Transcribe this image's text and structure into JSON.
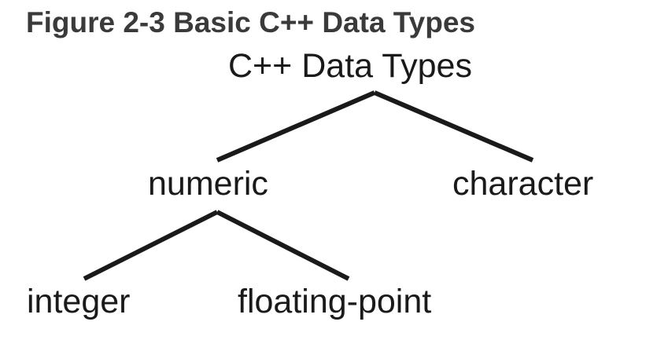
{
  "figure": {
    "caption": "Figure 2-3 Basic C++ Data Types"
  },
  "tree": {
    "root": "C++ Data Types",
    "children": {
      "numeric": "numeric",
      "character": "character"
    },
    "numeric_children": {
      "integer": "integer",
      "floating_point": "floating-point"
    }
  },
  "colors": {
    "caption": "#3a3a3a",
    "text": "#1a1a1a",
    "lines": "#1a1a1a",
    "background": "#ffffff"
  }
}
